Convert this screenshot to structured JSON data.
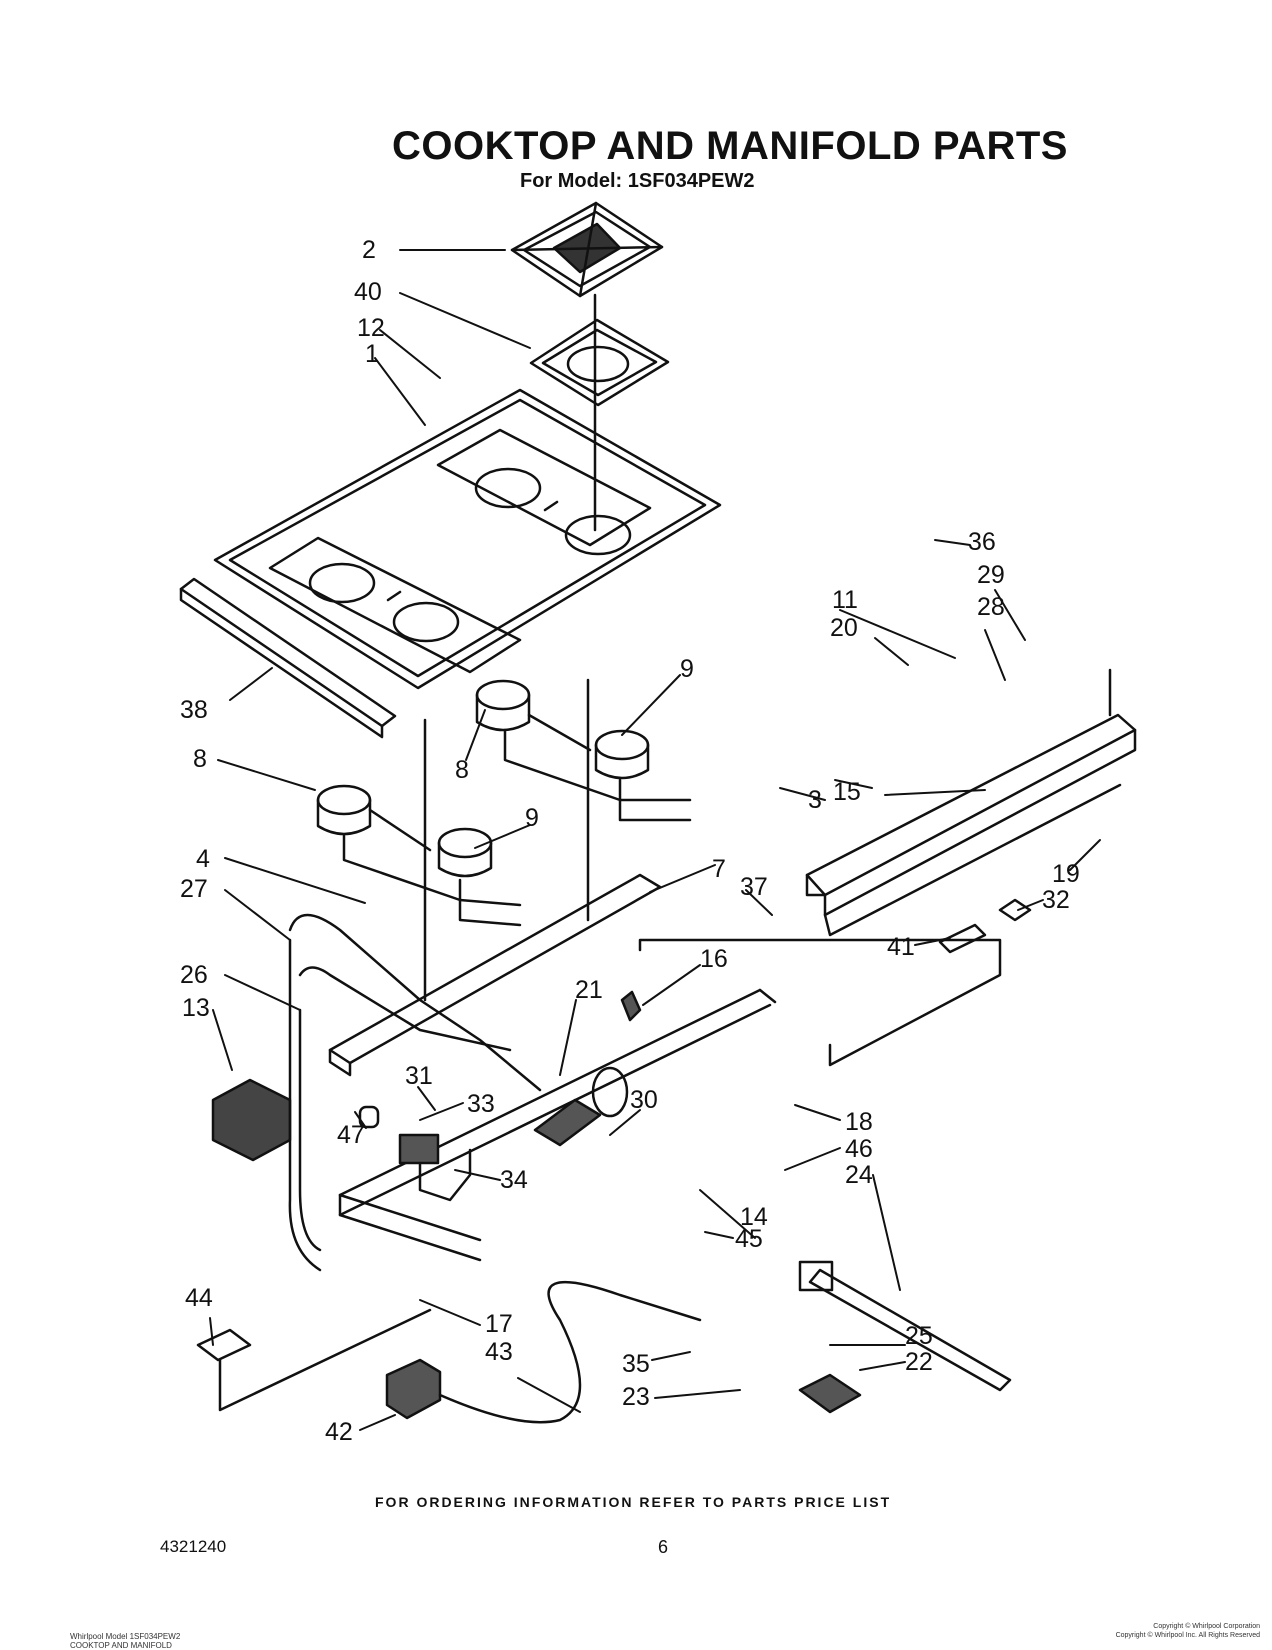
{
  "header": {
    "title": "COOKTOP AND MANIFOLD PARTS",
    "subtitle": "For Model: 1SF034PEW2"
  },
  "callouts": {
    "c1": "1",
    "c2": "2",
    "c3": "3",
    "c4": "4",
    "c7": "7",
    "c8a": "8",
    "c8b": "8",
    "c9a": "9",
    "c9b": "9",
    "c11": "11",
    "c12": "12",
    "c13": "13",
    "c14": "14",
    "c15": "15",
    "c16": "16",
    "c17": "17",
    "c18": "18",
    "c19": "19",
    "c20": "20",
    "c21": "21",
    "c22": "22",
    "c23": "23",
    "c24": "24",
    "c25": "25",
    "c26": "26",
    "c27": "27",
    "c28": "28",
    "c29": "29",
    "c30": "30",
    "c31": "31",
    "c32": "32",
    "c33": "33",
    "c34": "34",
    "c35": "35",
    "c36": "36",
    "c37": "37",
    "c38": "38",
    "c40": "40",
    "c41": "41",
    "c42": "42",
    "c43": "43",
    "c44": "44",
    "c45": "45",
    "c46": "46",
    "c47": "47"
  },
  "footer": {
    "note": "FOR ORDERING INFORMATION REFER TO PARTS PRICE LIST",
    "doc_number": "4321240",
    "page_number": "6",
    "small_left_1": "Whirlpool Model 1SF034PEW2",
    "small_left_2": "COOKTOP AND MANIFOLD",
    "small_right_1": "Copyright © Whirlpool Corporation",
    "small_right_2": "Copyright © Whirlpool Inc. All Rights Reserved"
  }
}
